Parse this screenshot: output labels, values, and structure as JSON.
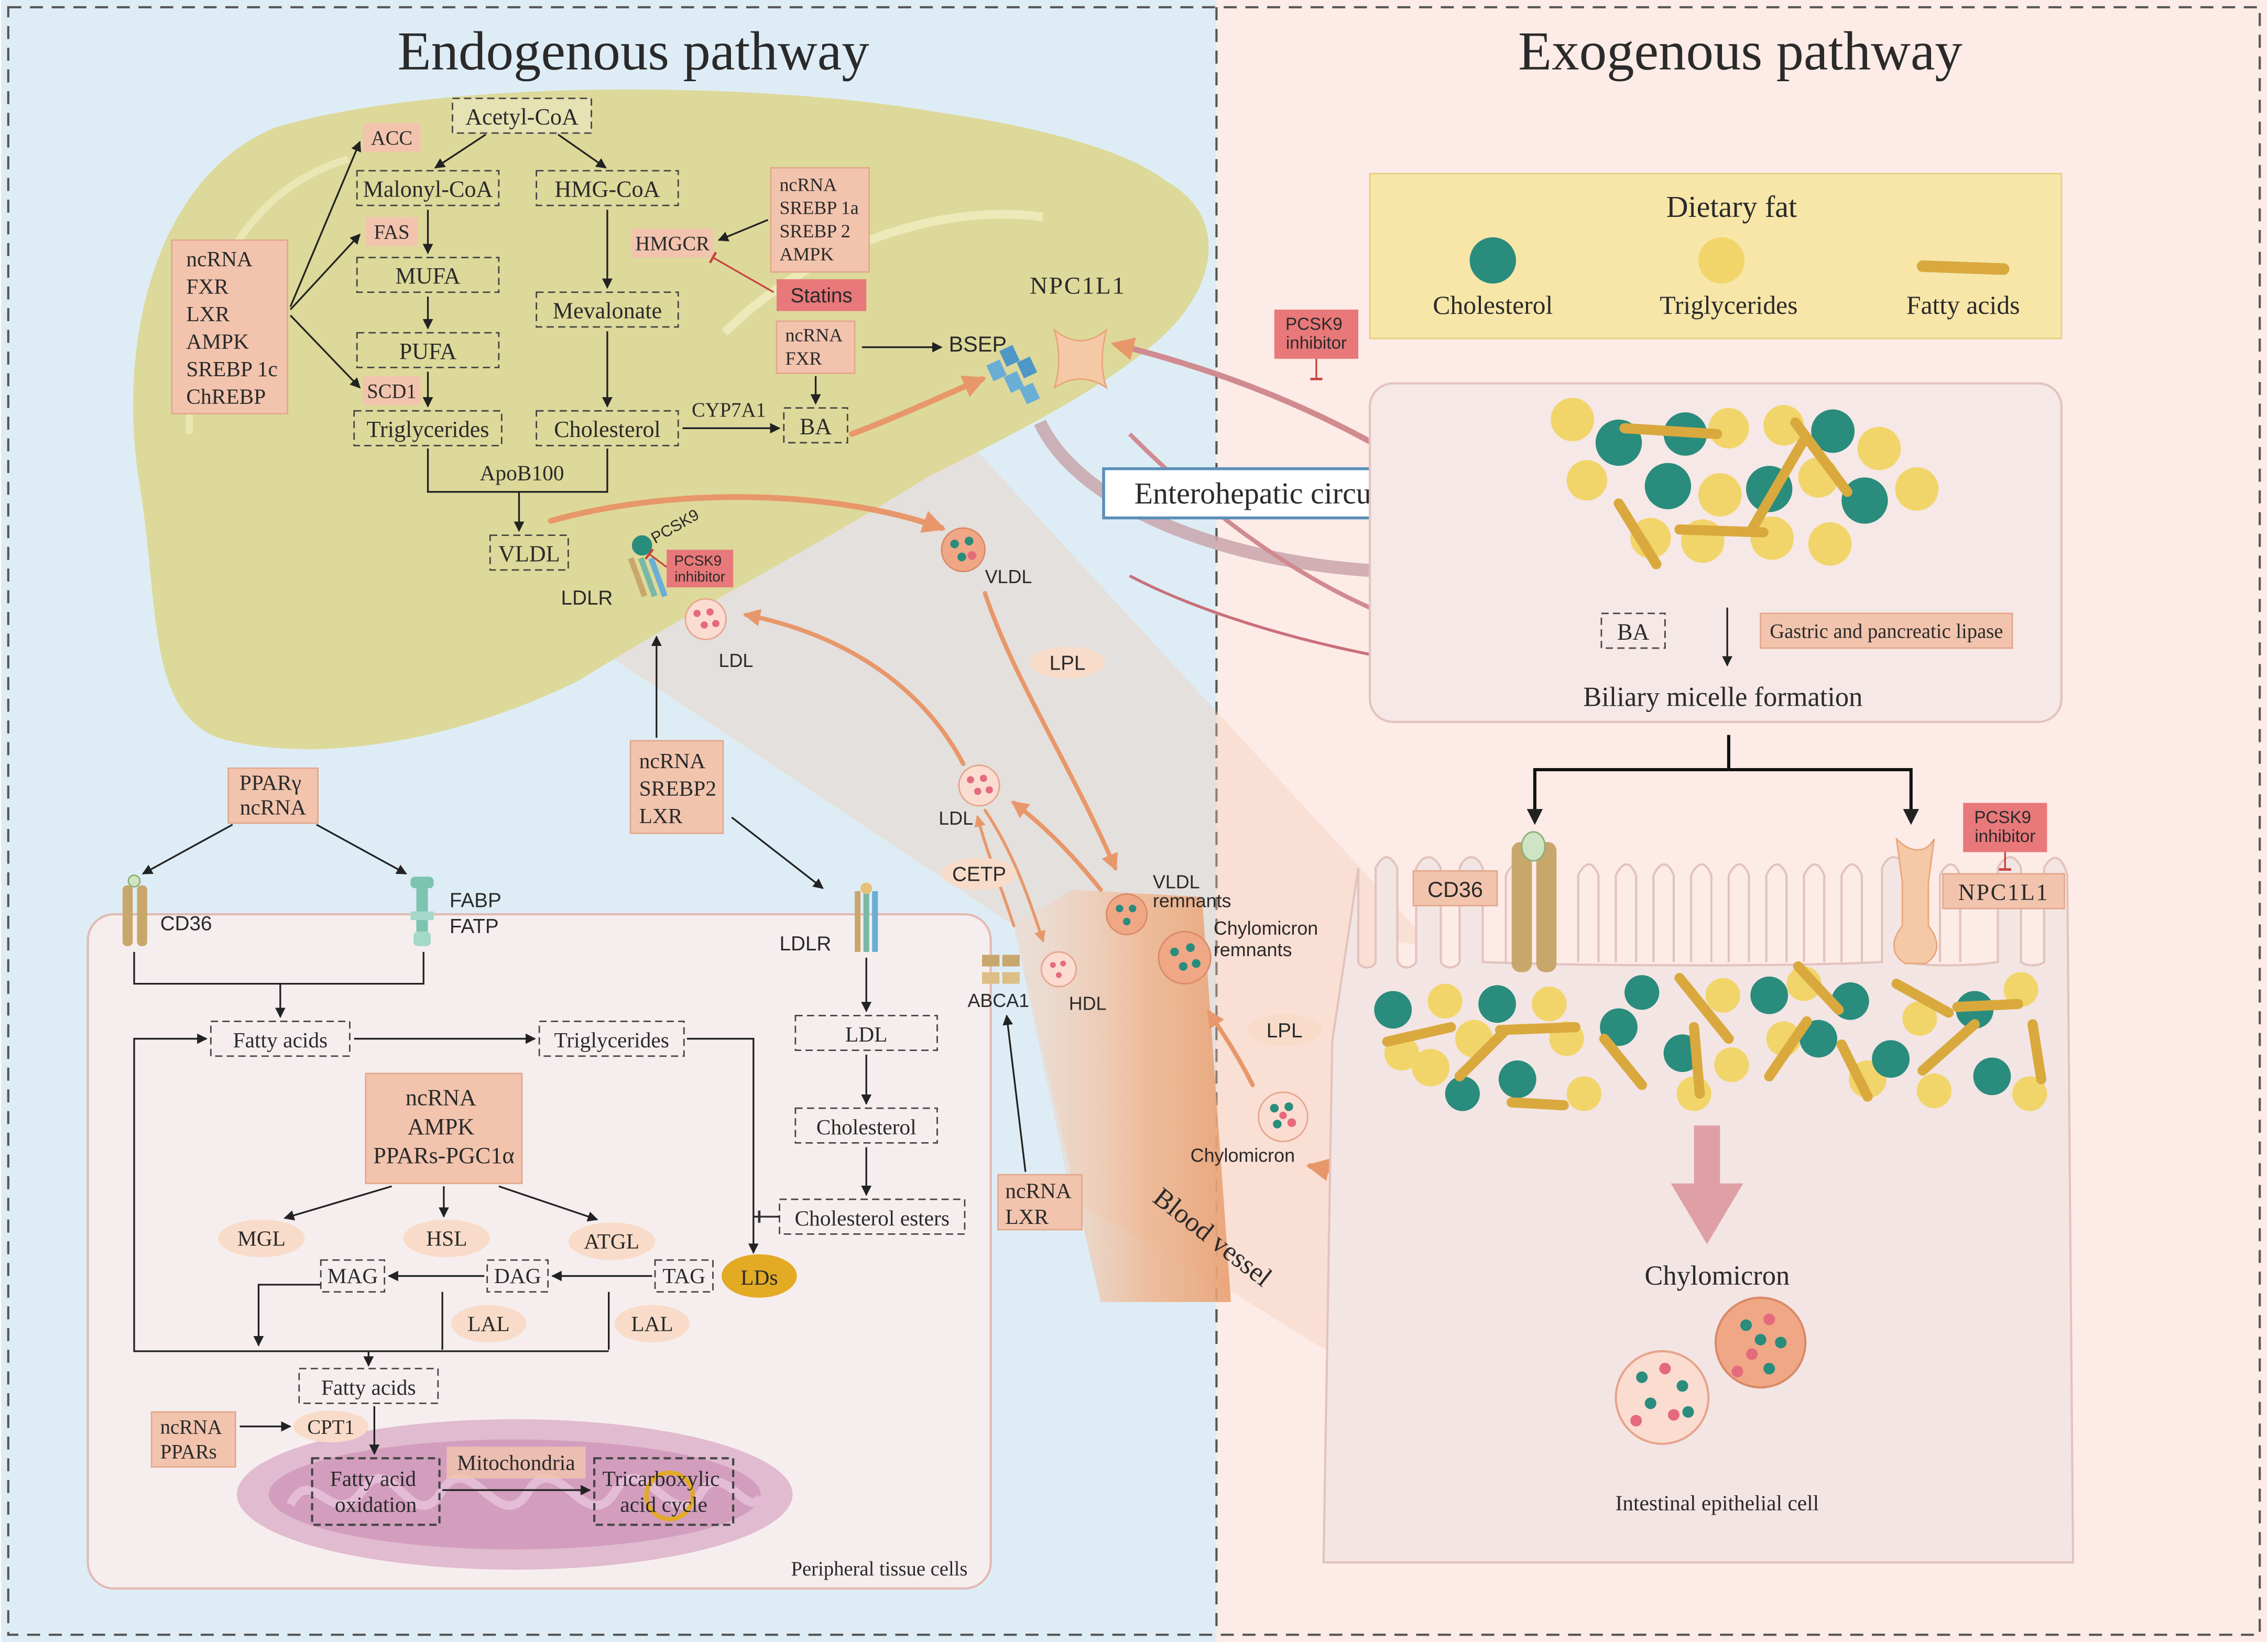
{
  "titles": {
    "endogenous": "Endogenous pathway",
    "exogenous": "Exogenous pathway"
  },
  "dietary": {
    "title": "Dietary fat",
    "legend": [
      "Cholesterol",
      "Triglycerides",
      "Fatty acids"
    ]
  },
  "liver": {
    "acetyl_coa": "Acetyl-CoA",
    "acc": "ACC",
    "malonyl_coa": "Malonyl-CoA",
    "hmg_coa": "HMG-CoA",
    "fas": "FAS",
    "mufa": "MUFA",
    "pufa": "PUFA",
    "scd1": "SCD1",
    "triglycerides": "Triglycerides",
    "mevalonate": "Mevalonate",
    "cholesterol": "Cholesterol",
    "cyp7a1": "CYP7A1",
    "ba": "BA",
    "hmgcr": "HMGCR",
    "statins": "Statins",
    "apob100": "ApoB100",
    "vldl": "VLDL",
    "bsep": "BSEP",
    "npc1l1": "NPC1L1",
    "regulators_left": [
      "ncRNA",
      "FXR",
      "LXR",
      "AMPK",
      "SREBP 1c",
      "ChREBP"
    ],
    "regulators_hmgcr": [
      "ncRNA",
      "SREBP 1a",
      "SREBP 2",
      "AMPK"
    ],
    "regulators_ba": [
      "ncRNA",
      "FXR"
    ]
  },
  "middle": {
    "pcsk9": "PCSK9",
    "pcsk9_inhibitor": [
      "PCSK9",
      "inhibitor"
    ],
    "ldlr": "LDLR",
    "ldl": "LDL",
    "vldl": "VLDL",
    "lpl": "LPL",
    "regulators_ldlr": [
      "ncRNA",
      "SREBP2",
      "LXR"
    ],
    "cetp": "CETP",
    "abca1": "ABCA1",
    "hdl": "HDL",
    "vldl_remnants": [
      "VLDL",
      "remnants"
    ],
    "chylomicron_remnants": [
      "Chylomicron",
      "remnants"
    ],
    "chylomicron": "Chylomicron",
    "regulators_abca1": [
      "ncRNA",
      "LXR"
    ],
    "blood_vessel": "Blood vessel",
    "enterohepatic": "Enterohepatic circulation"
  },
  "peripheral": {
    "regulators_top": [
      "PPARγ",
      "ncRNA"
    ],
    "cd36": "CD36",
    "fabp": "FABP",
    "fatp": "FATP",
    "ldlr": "LDLR",
    "fatty_acids": "Fatty acids",
    "triglycerides": "Triglycerides",
    "ldl": "LDL",
    "cholesterol": "Cholesterol",
    "cholesterol_esters": "Cholesterol esters",
    "regulators_lipolysis": [
      "ncRNA",
      "AMPK",
      "PPARs-PGC1α"
    ],
    "mgl": "MGL",
    "hsl": "HSL",
    "atgl": "ATGL",
    "mag": "MAG",
    "dag": "DAG",
    "tag": "TAG",
    "lds": "LDs",
    "lal": "LAL",
    "fatty_acids_2": "Fatty acids",
    "regulators_cpt1": [
      "ncRNA",
      "PPARs"
    ],
    "cpt1": "CPT1",
    "mitochondria": "Mitochondria",
    "fao": [
      "Fatty acid",
      "oxidation"
    ],
    "tca": [
      "Tricarboxylic",
      "acid cycle"
    ],
    "cell_label": "Peripheral tissue cells"
  },
  "exogenous": {
    "pcsk9_inhibitor_top": [
      "PCSK9",
      "inhibitor"
    ],
    "ba": "BA",
    "lipase": "Gastric and pancreatic lipase",
    "micelle": "Biliary micelle formation",
    "cd36": "CD36",
    "npc1l1": "NPC1L1",
    "pcsk9_inhibitor_cell": [
      "PCSK9",
      "inhibitor"
    ],
    "chylomicron": "Chylomicron",
    "cell_label": "Intestinal epithelial cell"
  },
  "colors": {
    "left_bg": "#deedf5",
    "right_bg": "#fdebe7",
    "liver": "#ddd99a",
    "reg_box": "#f2c4ae",
    "red_box": "#e8787a",
    "cholesterol": "#2a8c7c",
    "triglyceride": "#f2d56a",
    "fatty_acid": "#d9a93e",
    "arrow_orange": "#e8976a",
    "cell_fill": "#f6eeee"
  }
}
